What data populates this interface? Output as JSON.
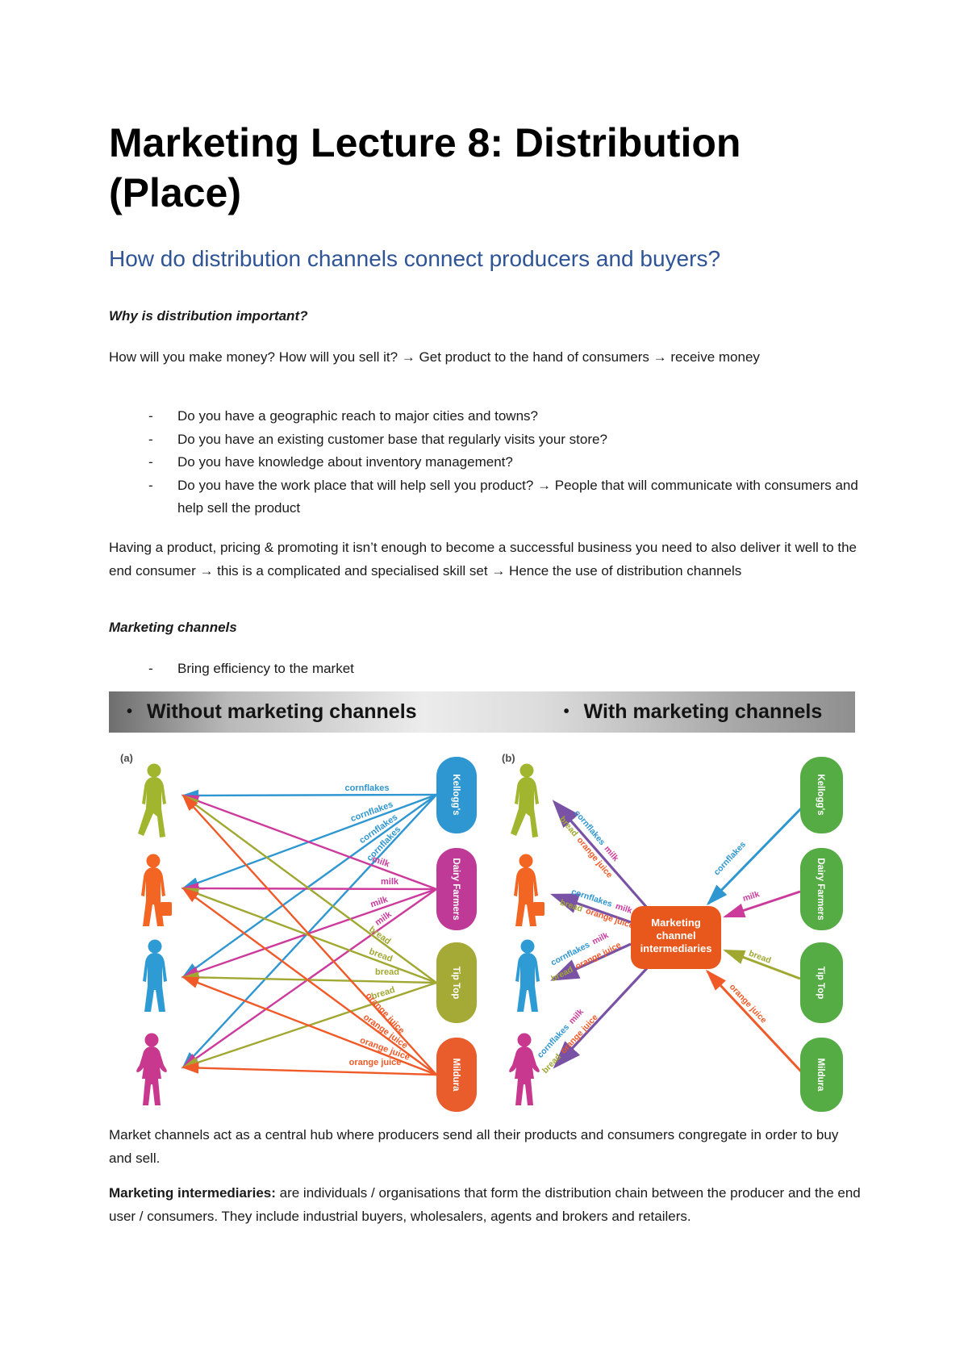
{
  "page": {
    "title": "Marketing Lecture 8: Distribution (Place)",
    "heading": "How do distribution channels connect producers and buyers?",
    "sub1": "Why is distribution important?",
    "p1": "How will you make money? How will you sell it? → Get product to the hand of consumers → receive money",
    "bullets": [
      "Do you have a geographic reach to major cities and towns?",
      "Do you have an existing customer base that regularly visits your store?",
      "Do you have knowledge about inventory management?",
      "Do you have the work place that will help sell you product? → People that will communicate with consumers and help sell the product"
    ],
    "p2": "Having a product, pricing & promoting it isn’t enough to become a successful business you need to also deliver it well to the end consumer → this is a complicated and specialised skill set → Hence the use of distribution channels",
    "sub2": "Marketing channels",
    "bullets2": [
      "Bring efficiency to the market"
    ],
    "p3": "Market channels act as a central hub where producers send all their products and consumers congregate in order to buy and sell.",
    "p4_lead": "Marketing intermediaries:",
    "p4_rest": " are individuals / organisations that form the distribution chain between the producer and the end user / consumers. They include industrial buyers, wholesalers, agents and brokers and retailers."
  },
  "diagram": {
    "header_left": "Without marketing channels",
    "header_right": "With marketing channels",
    "bullet_glyph": "•",
    "panel_a_label": "(a)",
    "panel_b_label": "(b)",
    "producers": [
      {
        "name": "Kellogg's",
        "product": "cornflakes",
        "pill_color_a": "#2E96D0",
        "product_color": "#2E96D0"
      },
      {
        "name": "Dairy Farmers",
        "product": "milk",
        "pill_color_a": "#BE3A96",
        "product_color": "#CC3A9C"
      },
      {
        "name": "Tip Top",
        "product": "bread",
        "pill_color_a": "#A4AA35",
        "product_color": "#A0A832"
      },
      {
        "name": "Mildura",
        "product": "orange juice",
        "pill_color_a": "#E95C2B",
        "product_color": "#F05A28"
      }
    ],
    "pill_color_b": "#56AC44",
    "consumer_colors": [
      "#A2B52F",
      "#F26522",
      "#2E9BD5",
      "#C9388F"
    ],
    "intermediary_arrow_color": "#7A52A5",
    "center_box": {
      "lines": [
        "Marketing",
        "channel",
        "intermediaries"
      ],
      "color": "#E8581C"
    }
  }
}
